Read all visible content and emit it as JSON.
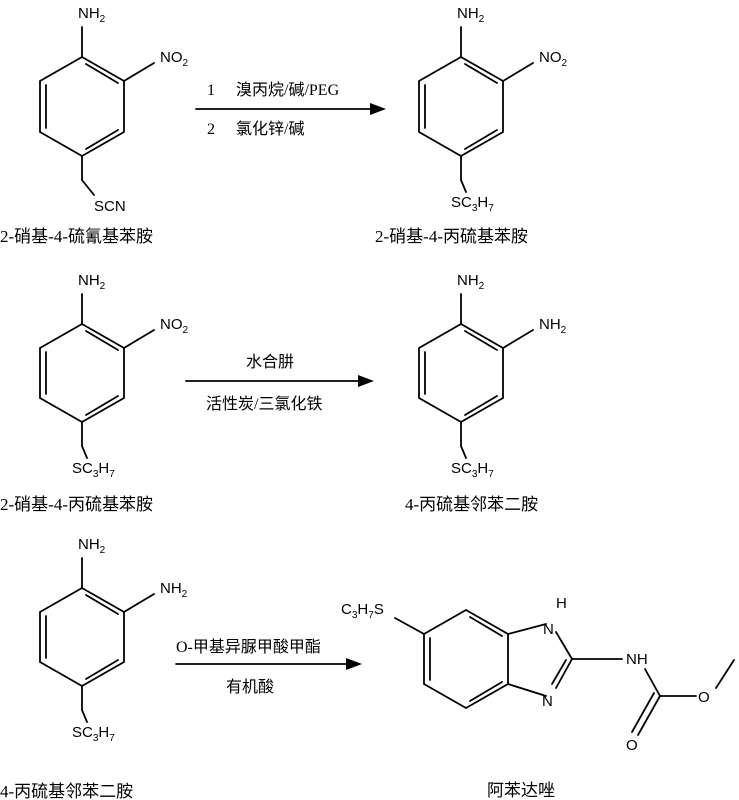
{
  "atoms": {
    "nh2": "NH",
    "no2": "NO",
    "scn": "SCN",
    "sc3h7_s": "SC",
    "c3h7s": "C",
    "h": "H",
    "n": "N",
    "nh": "NH",
    "o": "O",
    "sub2": "2",
    "sub3": "3",
    "sub7": "7"
  },
  "reactions": [
    {
      "reactant": "2-硝基-4-硫氰基苯胺",
      "product": "2-硝基-4-丙硫基苯胺",
      "conditions": [
        {
          "num": "1",
          "text": "溴丙烷/碱/PEG"
        },
        {
          "num": "2",
          "text": "氯化锌/碱"
        }
      ]
    },
    {
      "reactant": "2-硝基-4-丙硫基苯胺",
      "product": "4-丙硫基邻苯二胺",
      "conditions": [
        {
          "num": "",
          "text": "水合肼"
        },
        {
          "num": "",
          "text": "活性炭/三氯化铁"
        }
      ]
    },
    {
      "reactant": "4-丙硫基邻苯二胺",
      "product": "阿苯达唑",
      "conditions": [
        {
          "num": "",
          "text": "O-甲基异脲甲酸甲酯"
        },
        {
          "num": "",
          "text": "有机酸"
        }
      ]
    }
  ]
}
